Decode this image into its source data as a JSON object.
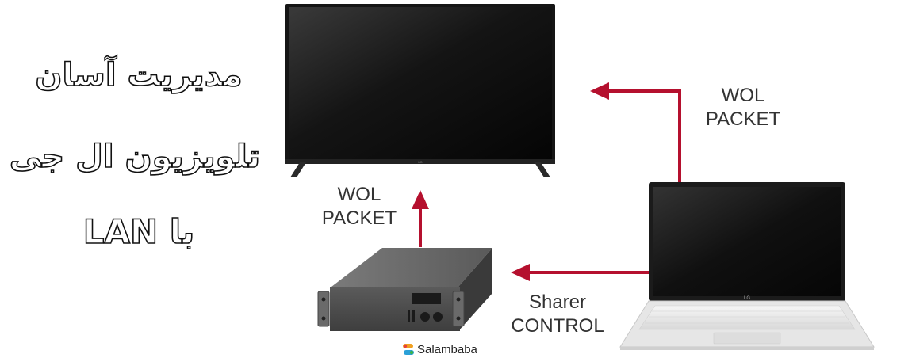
{
  "title": {
    "line1": "مدیریت آسان",
    "line2": "تلویزیون ال جی",
    "line3": "با LAN"
  },
  "labels": {
    "wol_tv_line1": "WOL",
    "wol_tv_line2": "PACKET",
    "wol_sharer_line1": "WOL",
    "wol_sharer_line2": "PACKET",
    "sharer_line1": "Sharer",
    "sharer_line2": "CONTROL"
  },
  "devices": {
    "tv_brand": "LG",
    "laptop_brand": "LG"
  },
  "watermark": {
    "text": "Salambaba"
  },
  "colors": {
    "arrow": "#b5102e",
    "label_text": "#333333",
    "device_dark": "#1a1a1a"
  }
}
